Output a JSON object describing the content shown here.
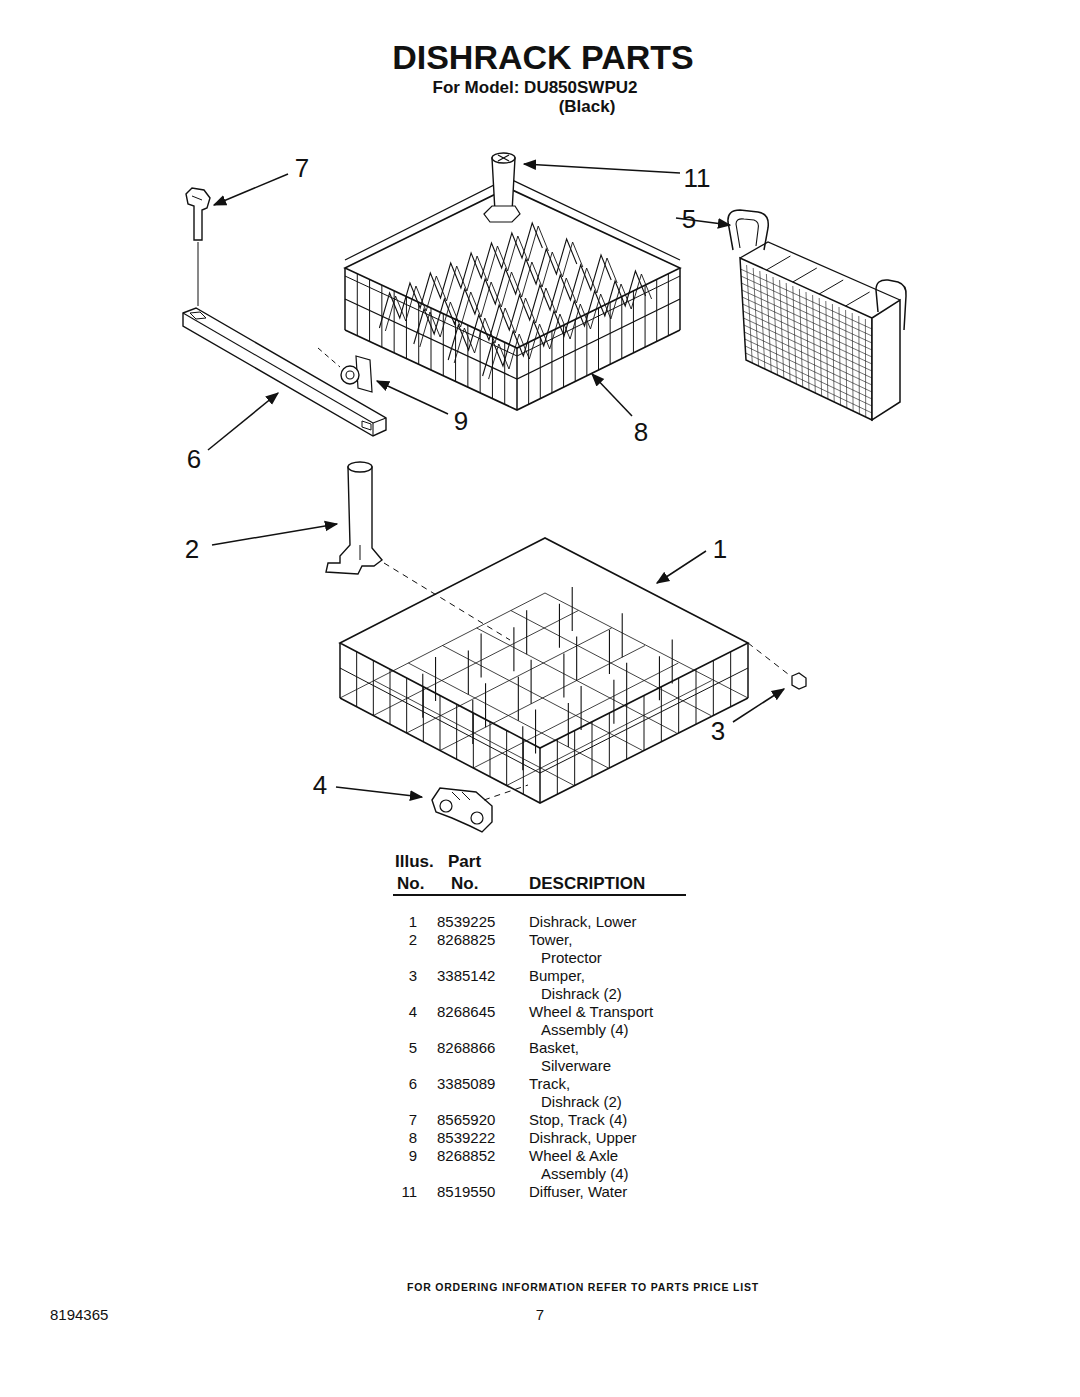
{
  "diagram": {
    "title": "DISHRACK PARTS",
    "labels": [
      "For Model: DU850SWPU2",
      "(Black)",
      "7",
      "11",
      "5",
      "9",
      "8",
      "6",
      "2",
      "1",
      "3",
      "4",
      "Illus.",
      "Part",
      "No.",
      "No.",
      "DESCRIPTION",
      "1",
      "8539225",
      "Dishrack, Lower",
      "2",
      "8268825",
      "Tower, Protector",
      "3",
      "3385142",
      "Bumper, Dishrack (2)",
      "4",
      "8268645",
      "Wheel & Transport Assembly (4)",
      "5",
      "8268866",
      "Basket, Silverware",
      "6",
      "3385089",
      "Track, Dishrack (2)",
      "7",
      "8565920",
      "Stop, Track (4)",
      "8",
      "8539222",
      "Dishrack, Upper",
      "9",
      "8268852",
      "Wheel & Axle Assembly (4)",
      "11",
      "8519550",
      "Diffuser, Water",
      "FOR ORDERING INFORMATION REFER TO PARTS PRICE LIST",
      "8194365",
      "7"
    ]
  }
}
